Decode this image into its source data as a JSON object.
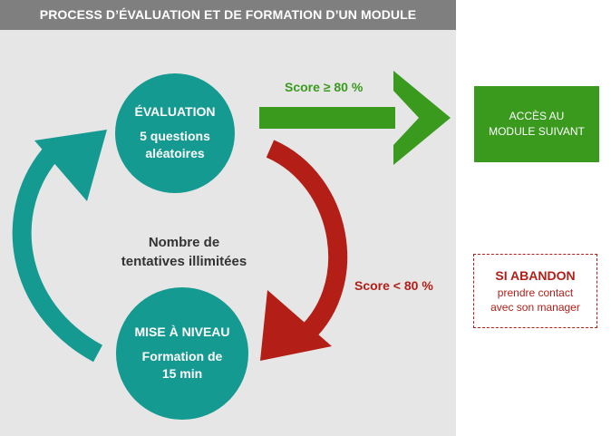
{
  "header": {
    "title": "PROCESS D’ÉVALUATION ET DE FORMATION D’UN MODULE"
  },
  "evaluation": {
    "title": "ÉVALUATION",
    "line1": "5 questions",
    "line2": "aléatoires"
  },
  "mise_a_niveau": {
    "title": "MISE À NIVEAU",
    "line1": "Formation de",
    "line2": "15 min"
  },
  "center": {
    "line1": "Nombre de",
    "line2": "tentatives illimitées"
  },
  "score_pass": {
    "label": "Score ≥ 80 %"
  },
  "score_fail": {
    "label": "Score < 80 %"
  },
  "acces": {
    "line1": "ACCÈS AU",
    "line2": "MODULE SUIVANT"
  },
  "abandon": {
    "title": "SI ABANDON",
    "line1": "prendre contact",
    "line2": "avec son manager"
  },
  "colors": {
    "teal": "#159a91",
    "green": "#3a9a1e",
    "red": "#b31f17",
    "panel": "#e6e6e6",
    "header": "#7f7f7f"
  }
}
